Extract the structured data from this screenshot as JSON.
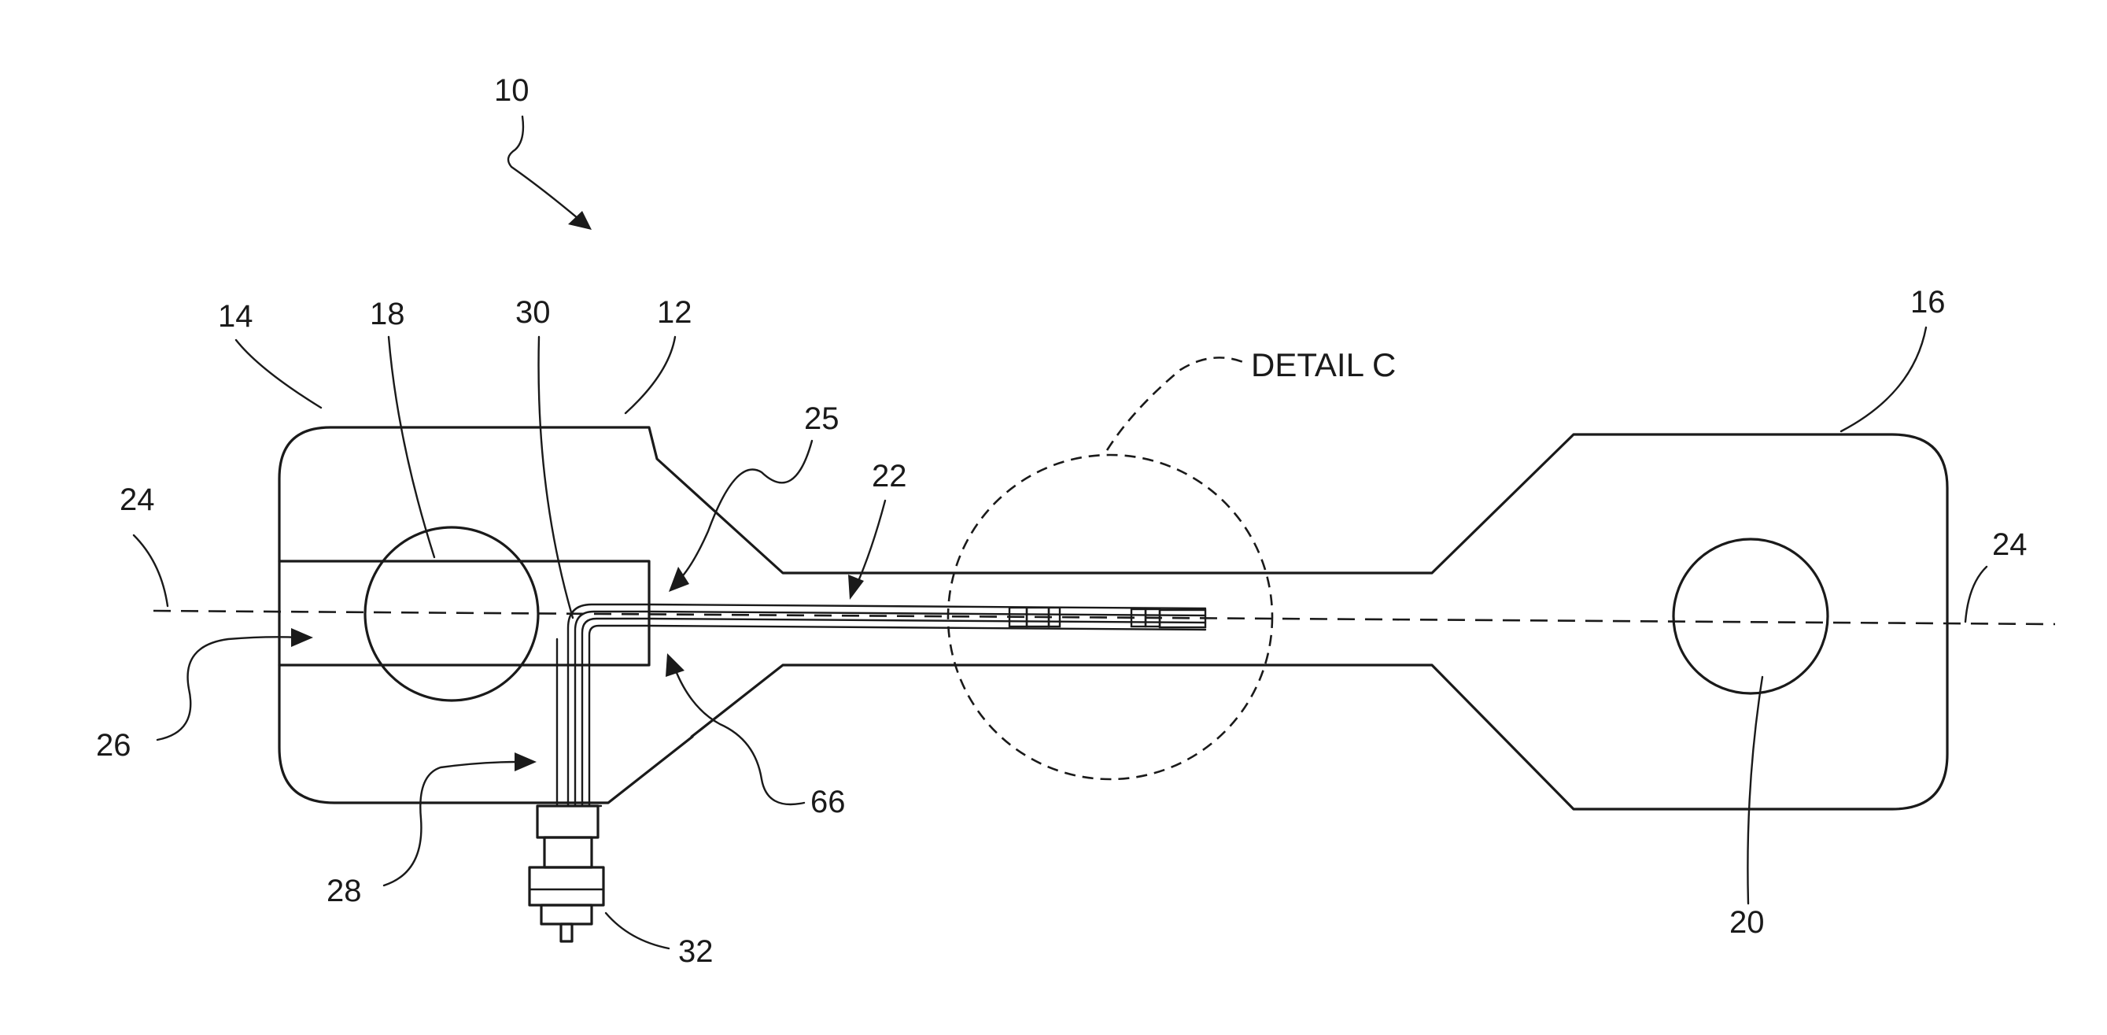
{
  "figure": {
    "labels": {
      "ref_10": "10",
      "ref_12": "12",
      "ref_14": "14",
      "ref_16": "16",
      "ref_18": "18",
      "ref_20": "20",
      "ref_22": "22",
      "ref_24_left": "24",
      "ref_24_right": "24",
      "ref_25": "25",
      "ref_26": "26",
      "ref_28": "28",
      "ref_30": "30",
      "ref_32": "32",
      "ref_66": "66",
      "detail_c": "DETAIL C"
    },
    "colors": {
      "ink": "#1a1a1a",
      "paper": "#ffffff"
    }
  }
}
